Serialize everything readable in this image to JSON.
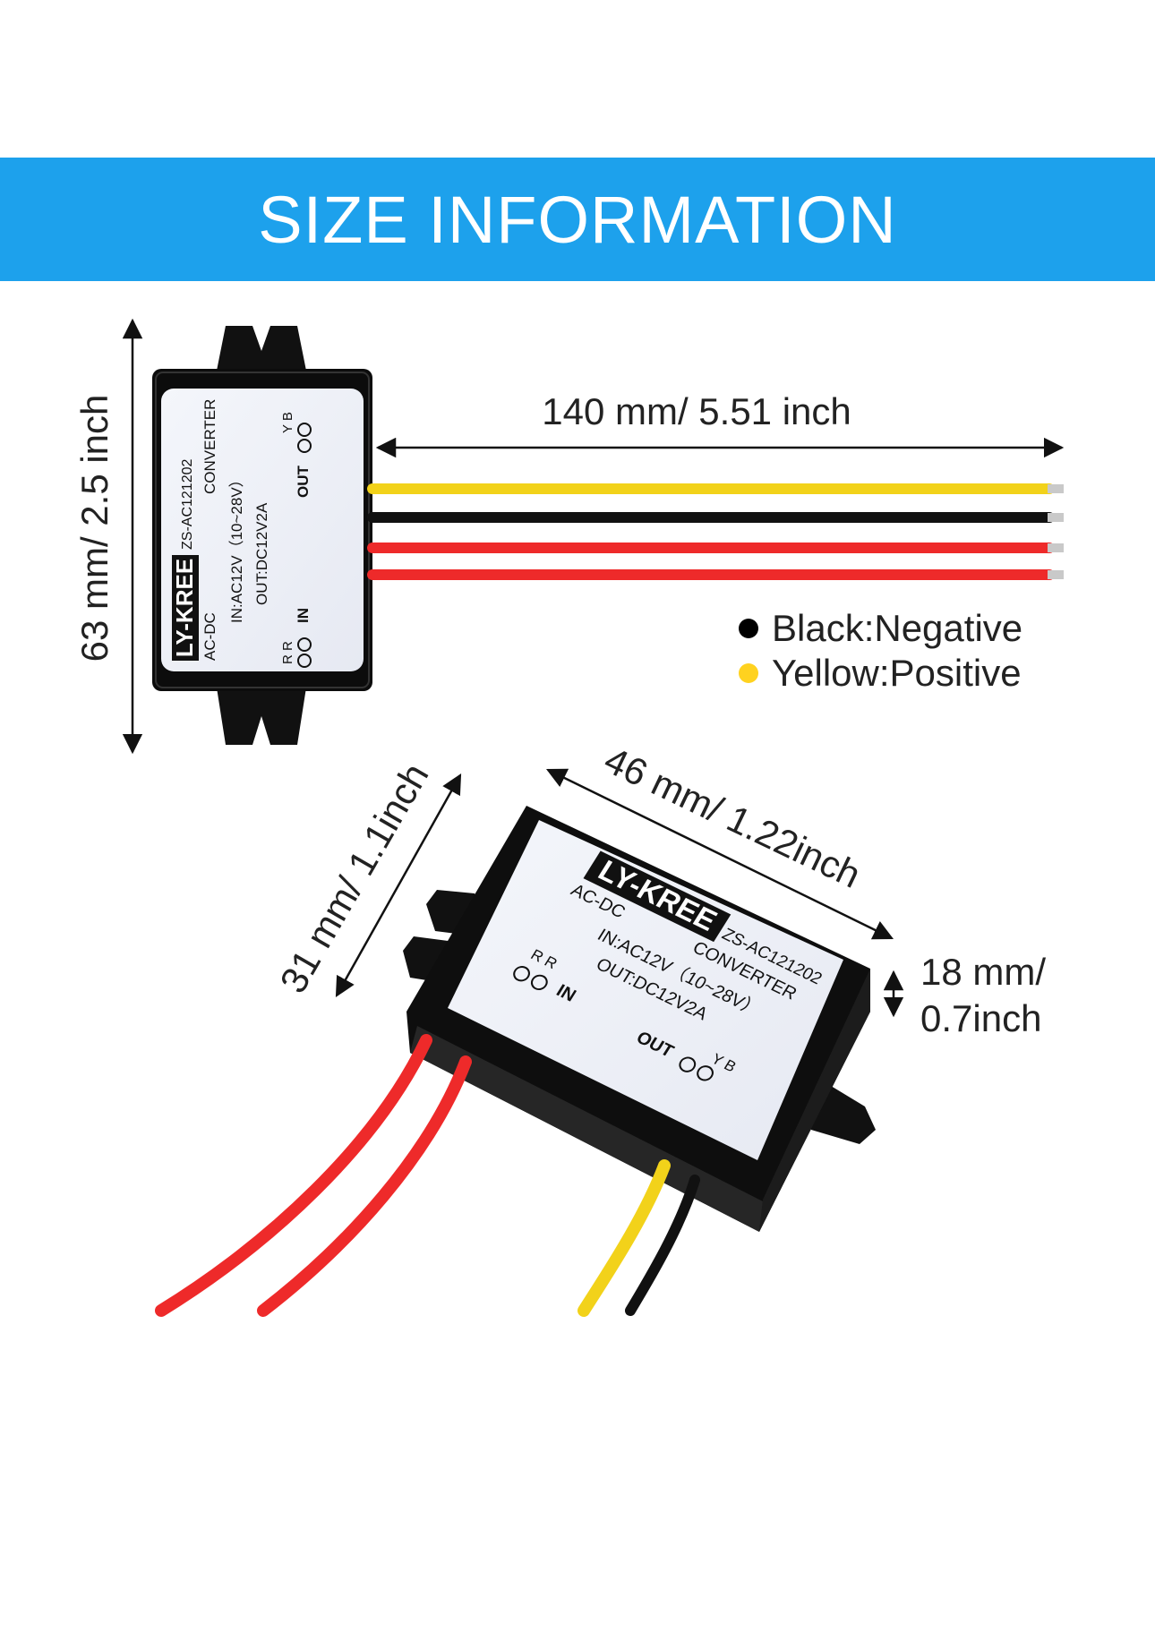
{
  "header": {
    "title": "SIZE INFORMATION",
    "bg_color": "#1da1ec"
  },
  "dimensions": {
    "wire_length": "140 mm/ 5.51 inch",
    "height": "63 mm/ 2.5 inch",
    "length": "46 mm/ 1.22inch",
    "width": "31 mm/ 1.1inch",
    "thickness_line1": "18 mm/",
    "thickness_line2": "0.7inch"
  },
  "legend": [
    {
      "label": "Black:Negative",
      "color": "#000000"
    },
    {
      "label": "Yellow:Positive",
      "color": "#ffd21f"
    }
  ],
  "product_label": {
    "brand": "LY-KREE",
    "model": "ZS-AC121202",
    "type": "AC-DC",
    "kind": "CONVERTER",
    "input": "IN:AC12V（10~28V）",
    "output": "OUT:DC12V2A",
    "in_terminals": "R R",
    "in_label": "IN",
    "out_label": "OUT",
    "out_terminals": "Y B"
  },
  "wire_colors": {
    "yellow": "#f2d21a",
    "black": "#111111",
    "red": "#ee2a2a"
  }
}
